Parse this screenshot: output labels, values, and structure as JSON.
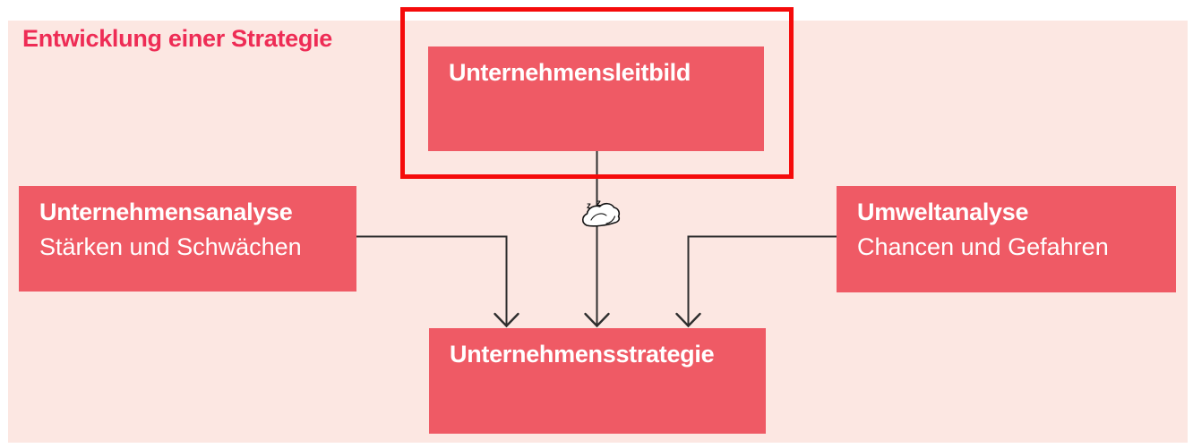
{
  "title": "Entwicklung einer Strategie",
  "colors": {
    "page_bg": "#ffffff",
    "panel_bg": "#fce7e2",
    "node_fill": "#ef5a65",
    "node_text": "#ffffff",
    "title_text": "#ee2c55",
    "arrow": "#2e2e2e",
    "highlight": "#f50b0b"
  },
  "nodes": {
    "leitbild": {
      "label": "Unternehmensleitbild"
    },
    "unternehmensanalyse": {
      "label": "Unternehmensanalyse",
      "sublabel": "Stärken und Schwächen"
    },
    "umweltanalyse": {
      "label": "Umweltanalyse",
      "sublabel": "Chancen und Gefahren"
    },
    "strategie": {
      "label": "Unternehmensstrategie"
    }
  },
  "edges": [
    {
      "from": "Unternehmensleitbild",
      "to": "Unternehmensstrategie"
    },
    {
      "from": "Unternehmensanalyse",
      "to": "Unternehmensstrategie"
    },
    {
      "from": "Umweltanalyse",
      "to": "Unternehmensstrategie"
    }
  ],
  "icons": {
    "cursor": "sleeping-hand-cursor"
  }
}
